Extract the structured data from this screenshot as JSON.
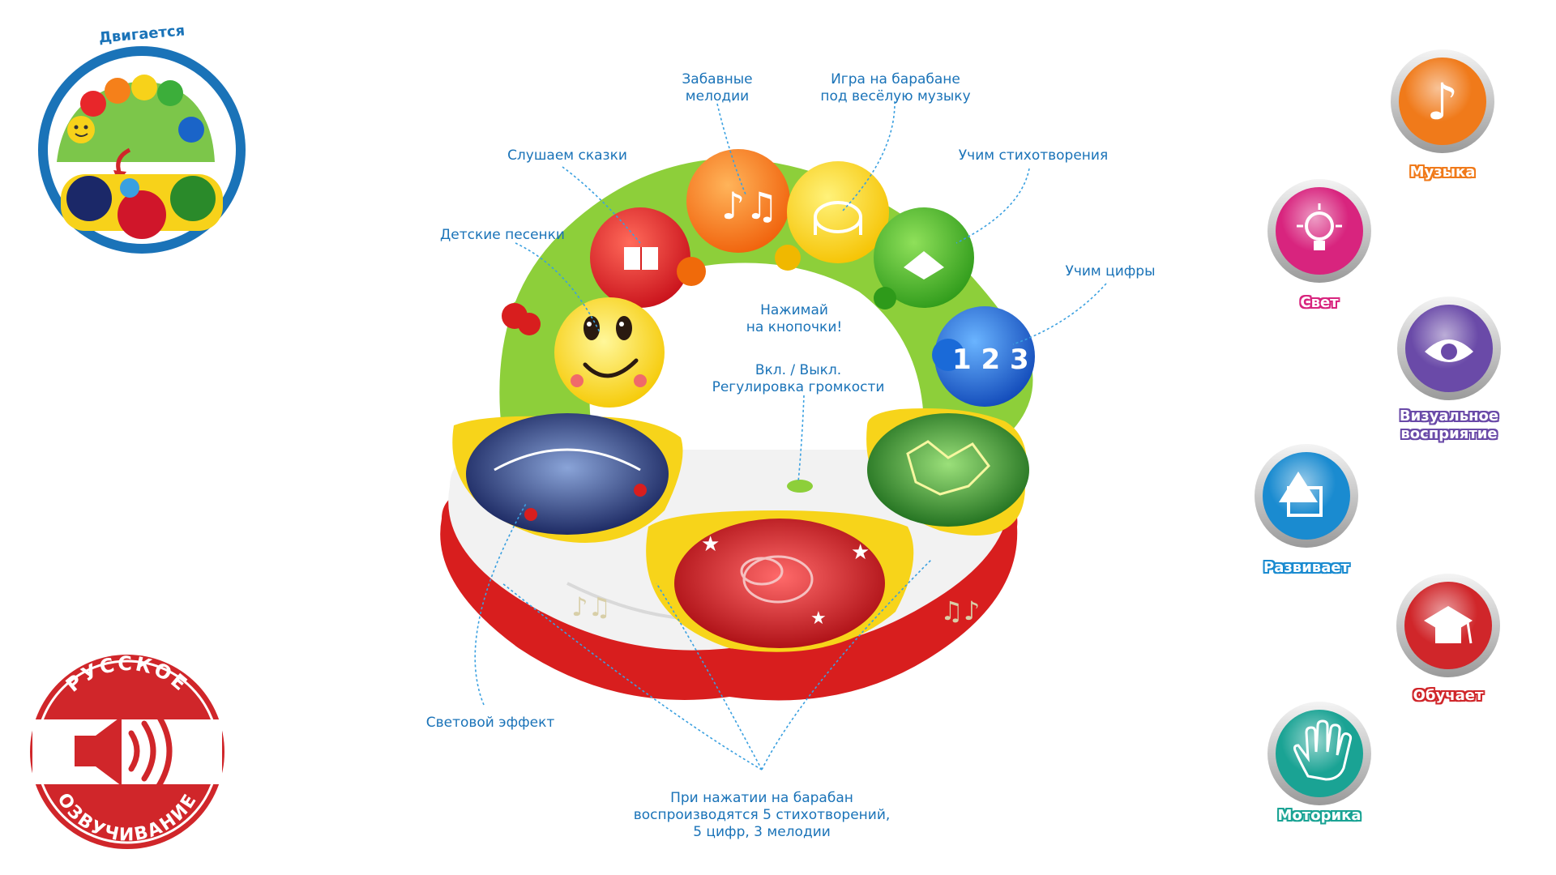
{
  "badges": {
    "moves_label": "Двигается",
    "voice_top": "РУССКОЕ",
    "voice_bottom": "ОЗВУЧИВАНИЕ"
  },
  "toy": {
    "numbers_text": "1 2 3"
  },
  "callouts": {
    "funny_melodies": [
      "Забавные",
      "мелодии"
    ],
    "drum_play": [
      "Игра на барабане",
      "под весёлую музыку"
    ],
    "listen_tales": [
      "Слушаем сказки"
    ],
    "learn_poems": [
      "Учим стихотворения"
    ],
    "kids_songs": [
      "Детские песенки"
    ],
    "learn_numbers": [
      "Учим цифры"
    ],
    "press_buttons": [
      "Нажимай",
      "на кнопочки!"
    ],
    "power_volume": [
      "Вкл. / Выкл.",
      "Регулировка громкости"
    ],
    "light_effect": [
      "Световой эффект"
    ],
    "drum_press": [
      "При нажатии на барабан",
      "воспроизводятся 5 стихотворений,",
      "5 цифр, 3 мелодии"
    ]
  },
  "features": [
    {
      "label": [
        "Музыка"
      ],
      "color": "#f07a1a",
      "icon": "music-note-icon"
    },
    {
      "label": [
        "Свет"
      ],
      "color": "#d8247e",
      "icon": "light-bulb-icon"
    },
    {
      "label": [
        "Визуальное",
        "восприятие"
      ],
      "color": "#6a4aa8",
      "icon": "eye-icon"
    },
    {
      "label": [
        "Развивает"
      ],
      "color": "#1a8bd0",
      "icon": "shapes-icon"
    },
    {
      "label": [
        "Обучает"
      ],
      "color": "#d0262a",
      "icon": "graduation-cap-icon"
    },
    {
      "label": [
        "Моторика"
      ],
      "color": "#1aa394",
      "icon": "hand-icon"
    }
  ]
}
